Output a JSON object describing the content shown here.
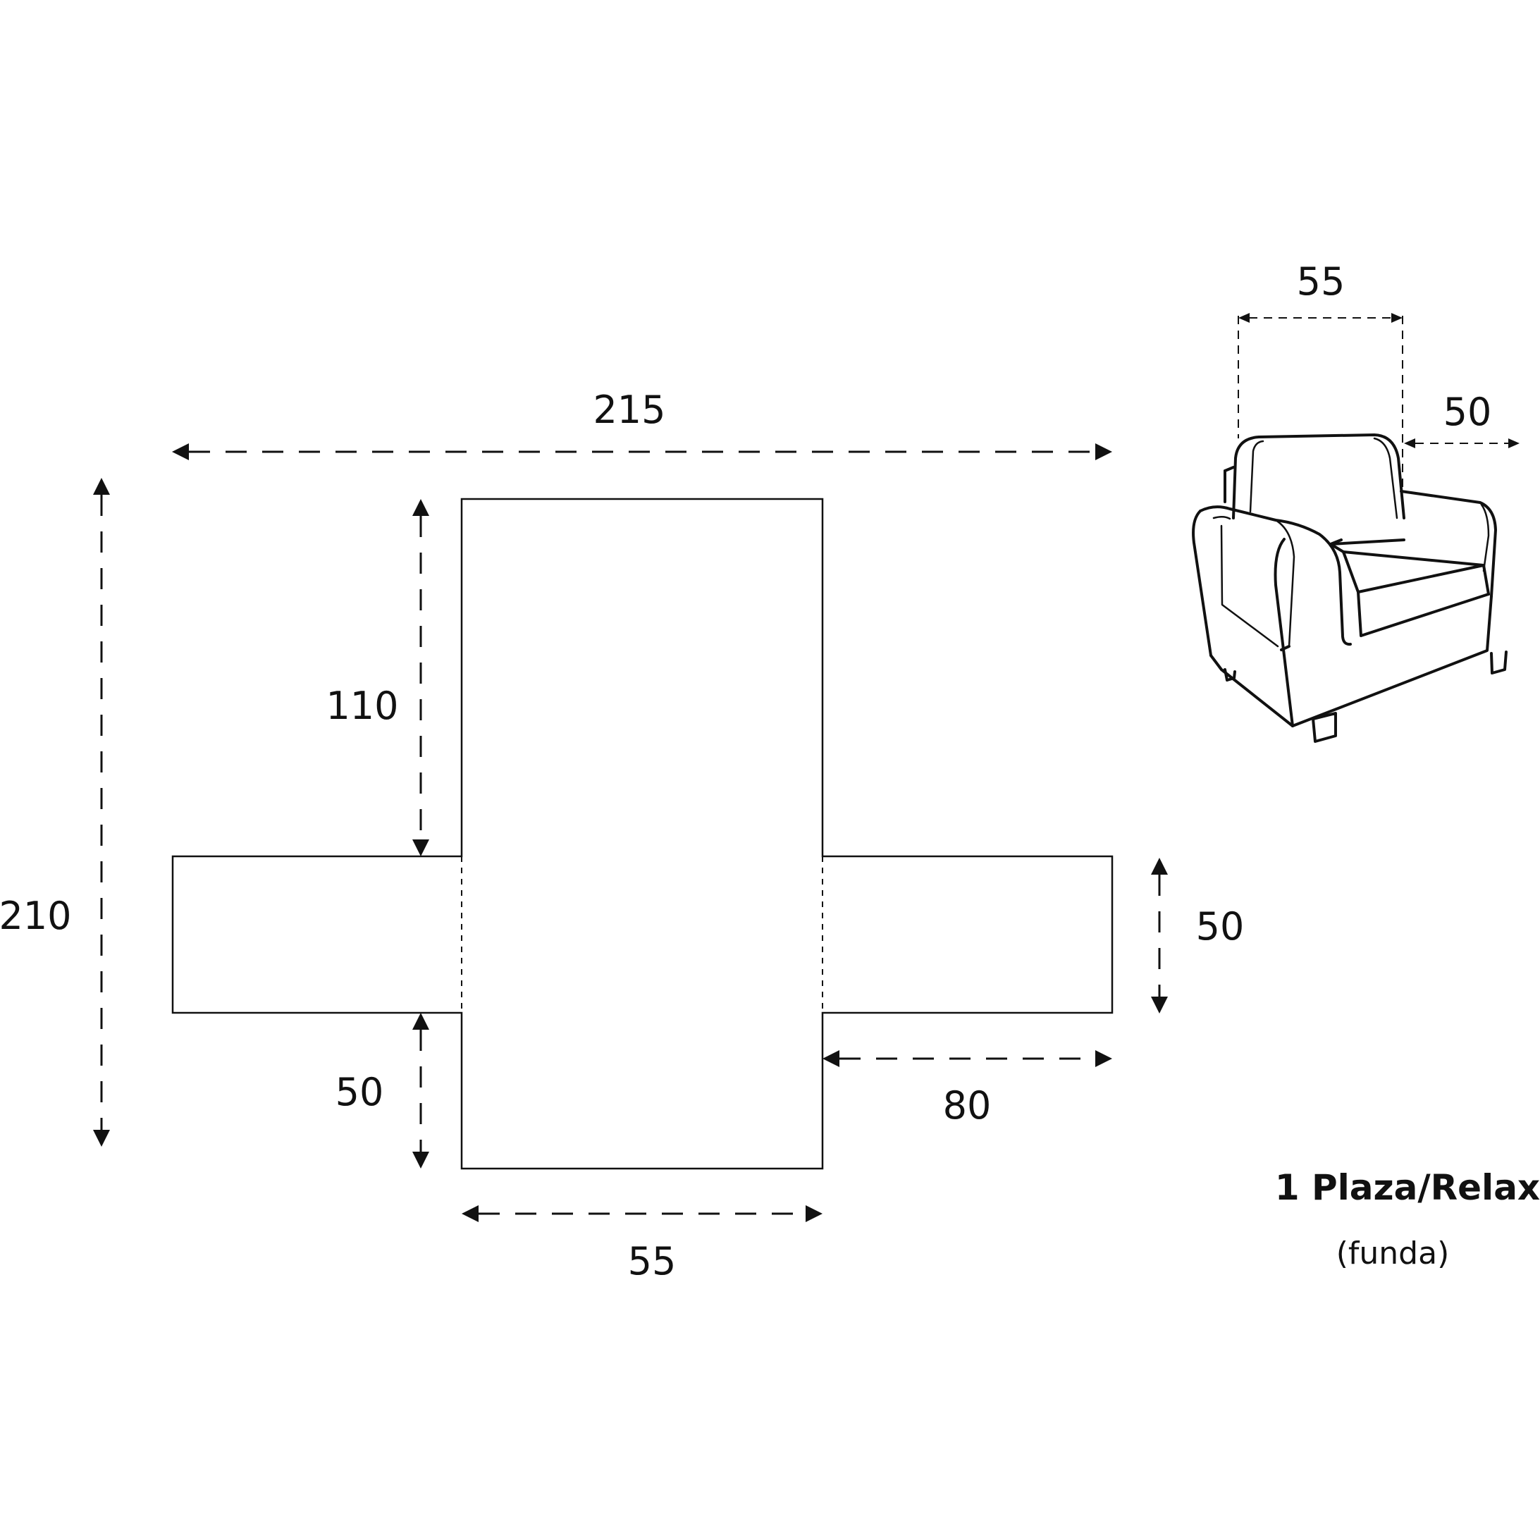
{
  "labels": {
    "total_width": "215",
    "total_height": "210",
    "back_height": "110",
    "seat_front": "50",
    "arm_width": "50",
    "arm_length": "80",
    "seat_width": "55",
    "chair_seat_width": "55",
    "chair_arm_width": "50"
  },
  "caption": {
    "title": "1 Plaza/Relax",
    "subtitle": "(funda)"
  }
}
